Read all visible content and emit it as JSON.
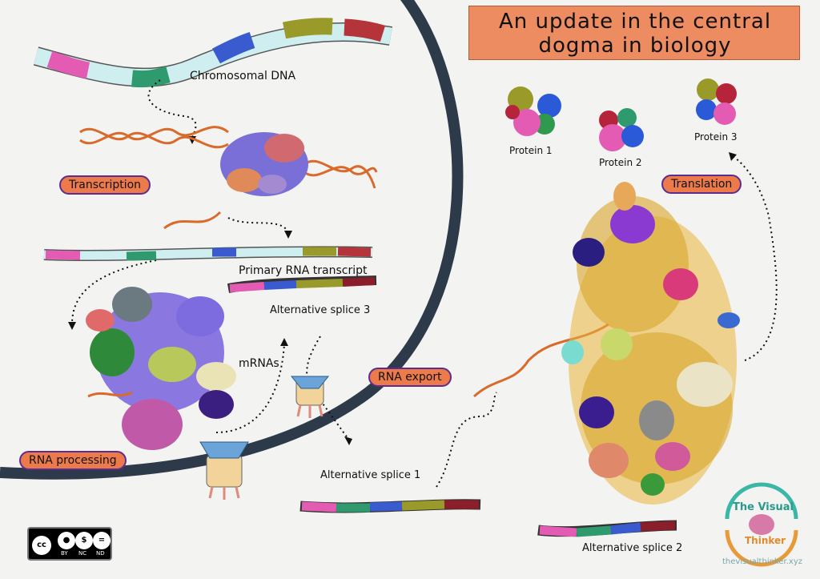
{
  "title": "An update in the central dogma in biology",
  "labels": {
    "chromosomal_dna": "Chromosomal DNA",
    "primary_rna": "Primary RNA transcript",
    "alt_splice_3": "Alternative splice 3",
    "mrnas": "mRNAs",
    "alt_splice_1": "Alternative splice 1",
    "alt_splice_2": "Alternative splice 2",
    "protein_1": "Protein 1",
    "protein_2": "Protein 2",
    "protein_3": "Protein 3"
  },
  "stages": {
    "transcription": "Transcription",
    "rna_processing": "RNA processing",
    "rna_export": "RNA export",
    "translation": "Translation"
  },
  "license": {
    "cc": "cc",
    "by": "BY",
    "nc": "NC",
    "nd": "ND"
  },
  "logo": {
    "line1": "The Visual",
    "line2": "Thinker",
    "url": "thevisualthinker.xyz"
  },
  "colors": {
    "background": "#f3f3f1",
    "nucleus_membrane": "#2c3a4a",
    "stage_pill": "#ec7a4a",
    "stage_border": "#5b2d8f",
    "title_box": "#ec8c60",
    "exon_pink": "#e45bb4",
    "exon_green": "#2f9a6e",
    "exon_blue": "#3a5bd0",
    "exon_olive": "#9a9a2a",
    "exon_red": "#b5343a",
    "intron": "#cfeef0"
  }
}
